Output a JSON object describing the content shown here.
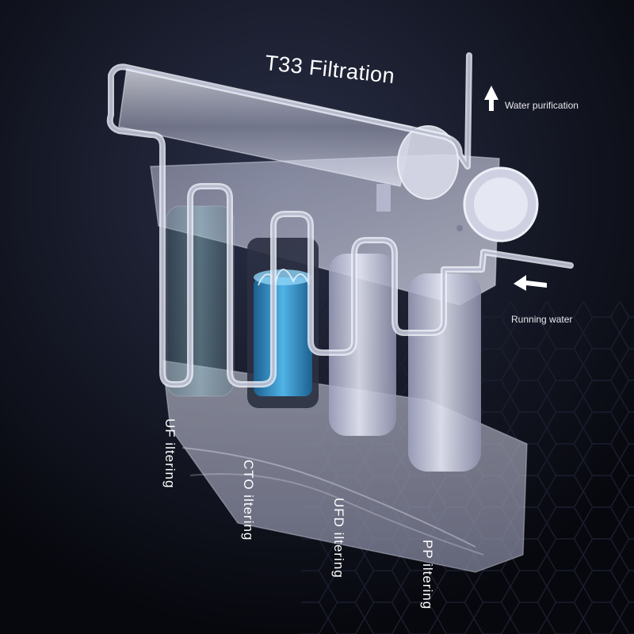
{
  "title": "T33 Filtration",
  "callouts": {
    "water_purification": "Water purification",
    "running_water": "Running water"
  },
  "stage_labels": {
    "uf": "UF iltering",
    "cto": "CTO iltering",
    "ufd": "UFD iltering",
    "pp": "PP iltering"
  },
  "colors": {
    "background": "#0d0f18",
    "housing": "#c9cbe0",
    "cto_water": "#3d9ed6",
    "pipe": "#e9ecf7"
  },
  "icons": {
    "outlet_arrow": "arrow-up-icon",
    "inlet_arrow": "arrow-left-icon"
  }
}
